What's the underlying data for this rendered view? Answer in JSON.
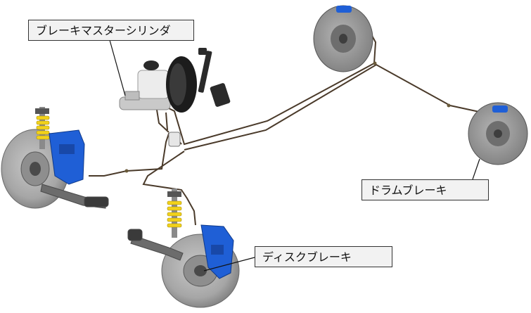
{
  "labels": {
    "master_cylinder": "ブレーキマスターシリンダ",
    "drum_brake": "ドラムブレーキ",
    "disc_brake": "ディスクブレーキ"
  },
  "colors": {
    "caliper_blue": "#1f5fd6",
    "spring_yellow": "#f2d21a",
    "rotor_gray": "#a4a4a4",
    "brake_line": "#4a3a2a",
    "label_bg": "#f2f2f2"
  },
  "icons": [
    "master-cylinder-icon",
    "brake-booster-icon",
    "brake-pedal-icon",
    "disc-brake-icon",
    "drum-brake-icon",
    "coil-spring-icon",
    "brake-caliper-icon"
  ]
}
